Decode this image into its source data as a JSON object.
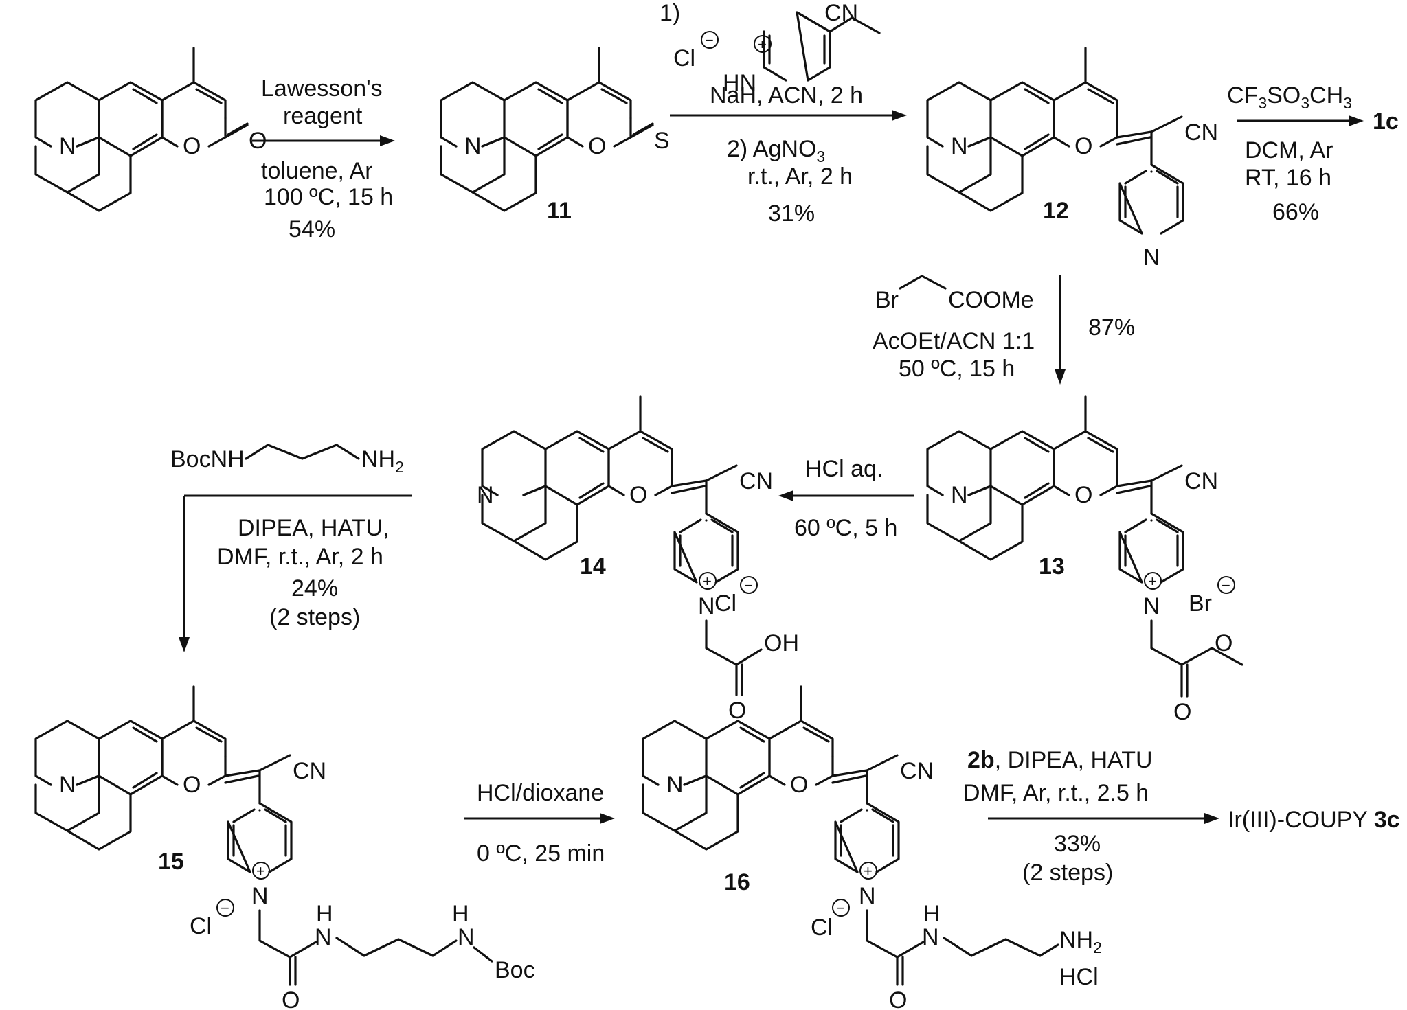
{
  "atoms": {
    "N": "N",
    "O": "O",
    "S": "S",
    "CN": "CN",
    "Br": "Br",
    "Cl": "Cl",
    "OH": "OH",
    "H": "H",
    "Boc": "Boc",
    "HCl": "HCl",
    "HN": "HN",
    "COOMe": "COOMe",
    "BocNH": "BocNH",
    "NH": "NH",
    "two": "2",
    "plus": "+",
    "minus": "−"
  },
  "compounds": {
    "c11": "11",
    "c12": "12",
    "c13": "13",
    "c14": "14",
    "c15": "15",
    "c16": "16",
    "c1c": "1c",
    "irprefix": "Ir(III)-COUPY ",
    "c3c": "3c"
  },
  "steps": {
    "s1": {
      "line1": "Lawesson's",
      "line2": "reagent",
      "line3": "toluene, Ar",
      "line4": "100 ºC, 15 h",
      "line5": "54%"
    },
    "s2": {
      "idx1": "1)",
      "line1": "NaH, ACN, 2 h",
      "line2": "2) AgNO",
      "line2sub": "3",
      "line3": "r.t., Ar, 2 h",
      "line4": "31%"
    },
    "s3": {
      "line1a": "CF",
      "line1b": "SO",
      "line1c": "CH",
      "sub3": "3",
      "line2": "DCM, Ar",
      "line3": "RT, 16 h",
      "line4": "66%"
    },
    "s4": {
      "line1": "AcOEt/ACN 1:1",
      "line2": "50 ºC, 15 h",
      "yield": "87%"
    },
    "s5": {
      "line1": "HCl aq.",
      "line2": "60 ºC, 5 h"
    },
    "s6": {
      "line1": "DIPEA, HATU,",
      "line2": "DMF, r.t., Ar, 2 h",
      "line3": "24%",
      "line4": "(2 steps)"
    },
    "s7": {
      "line1": "HCl/dioxane",
      "line2": "0 ºC, 25 min"
    },
    "s8": {
      "line1a": "2b",
      "line1b": ", DIPEA, HATU",
      "line2": "DMF, Ar, r.t., 2.5 h",
      "line3": "33%",
      "line4": "(2 steps)"
    }
  }
}
